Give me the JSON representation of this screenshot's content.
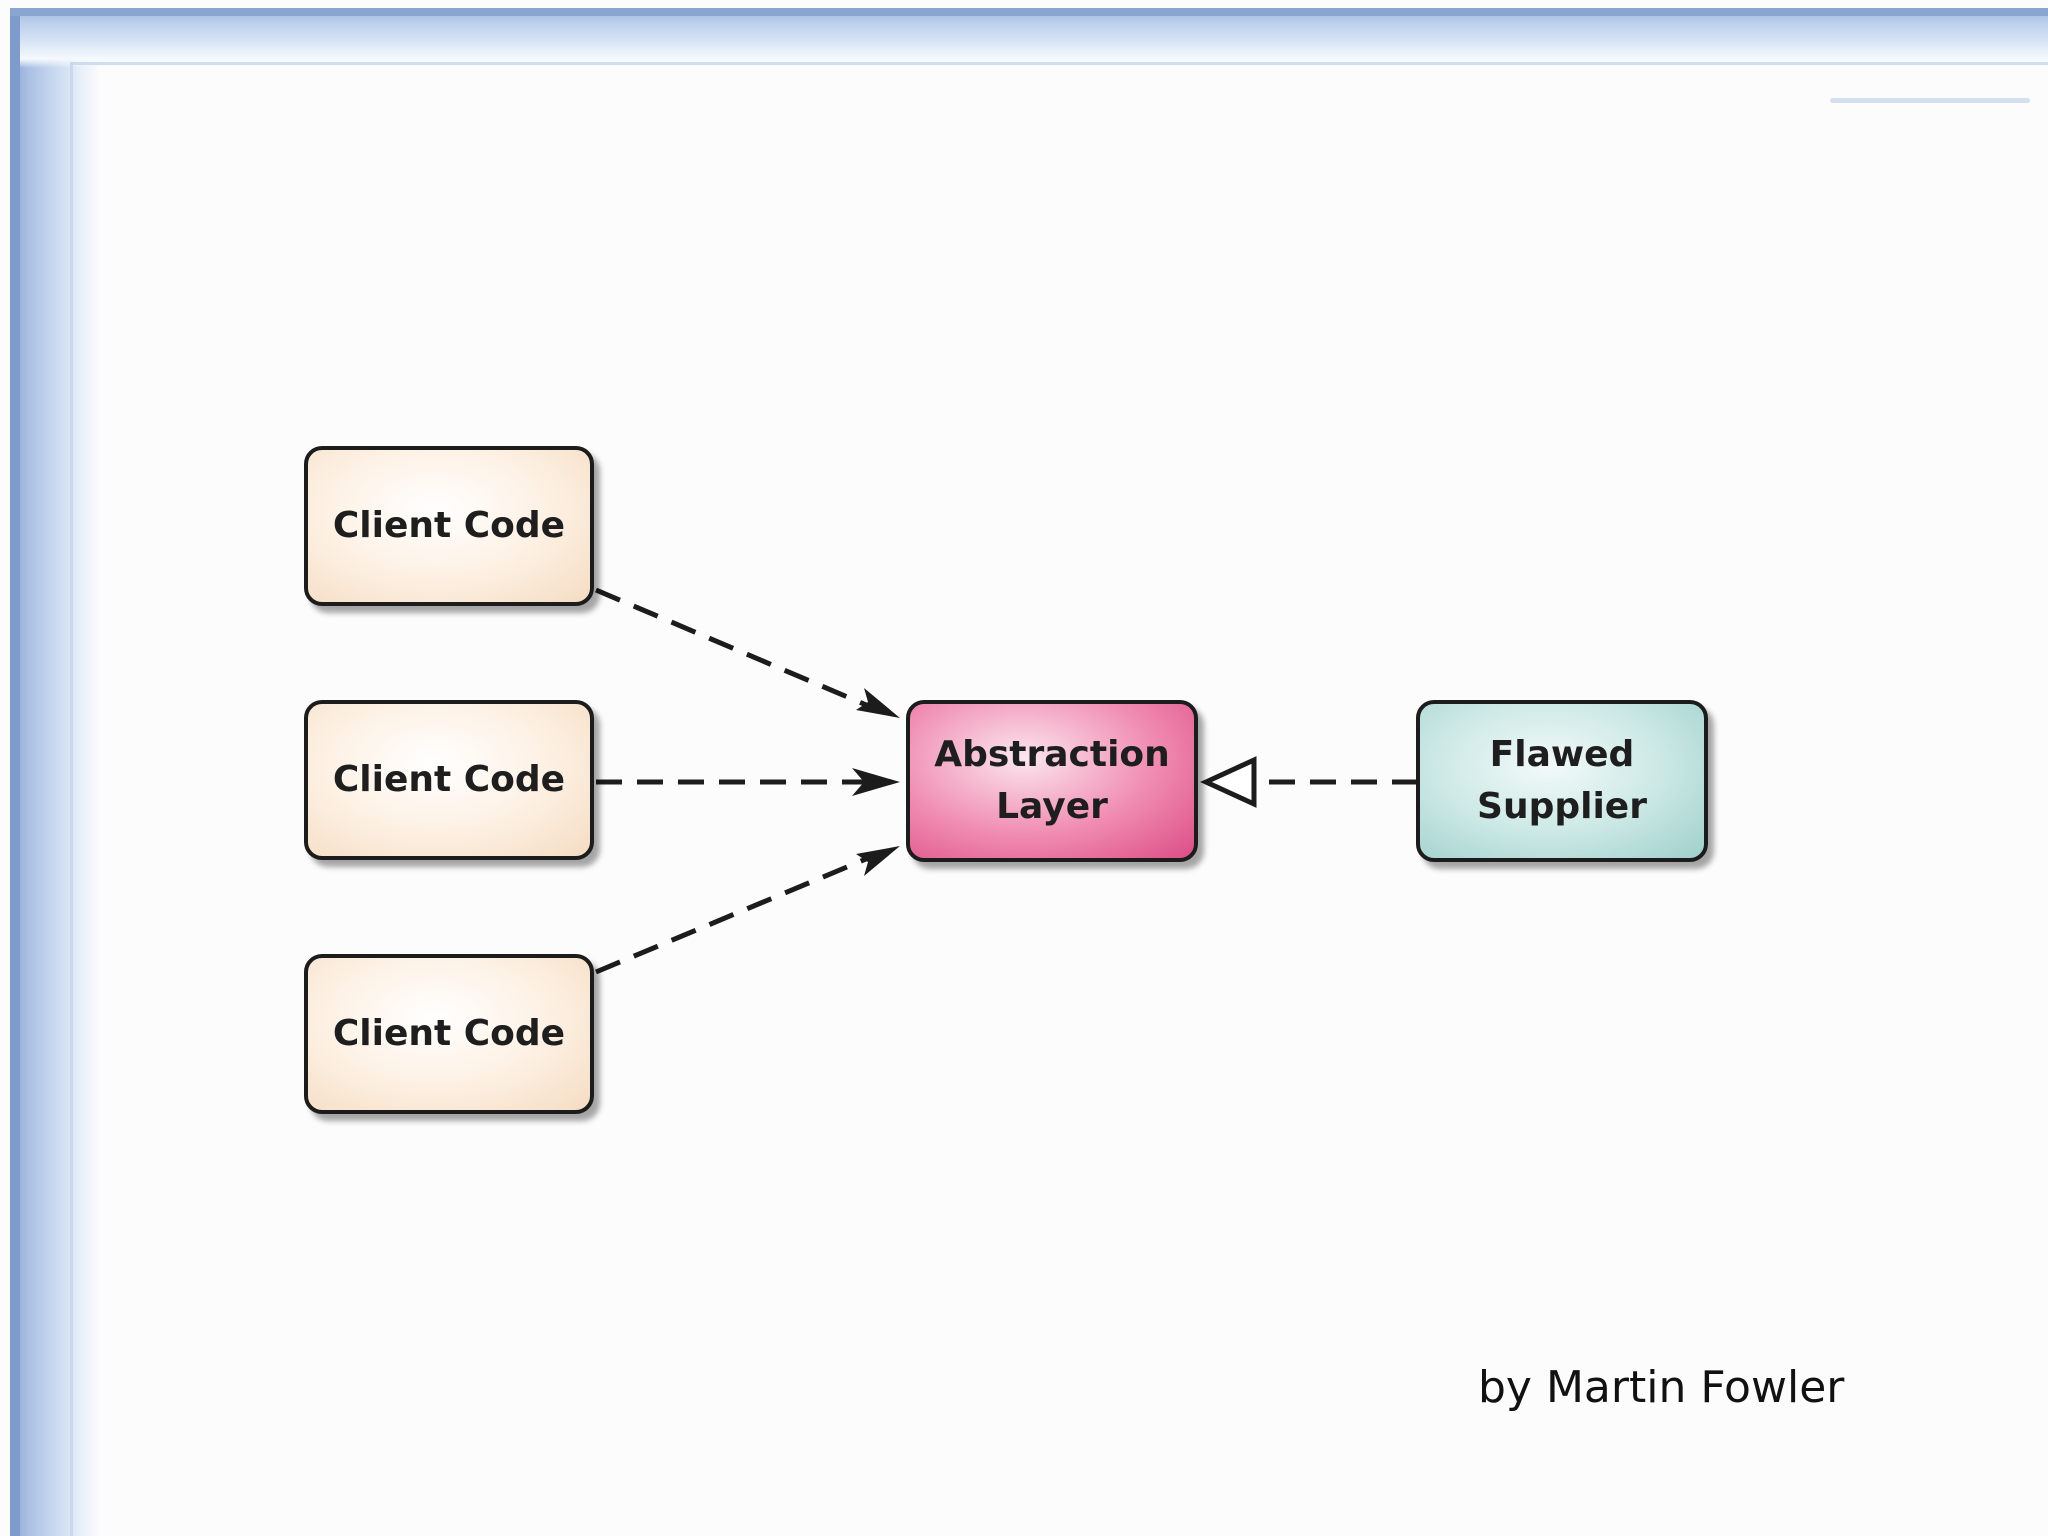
{
  "diagram": {
    "nodes": [
      {
        "id": "client-1",
        "label": "Client Code"
      },
      {
        "id": "client-2",
        "label": "Client Code"
      },
      {
        "id": "client-3",
        "label": "Client Code"
      },
      {
        "id": "abstraction",
        "label": "Abstraction\nLayer"
      },
      {
        "id": "supplier",
        "label": "Flawed\nSupplier"
      }
    ],
    "edges": [
      {
        "from": "client-1",
        "to": "abstraction",
        "style": "dashed",
        "arrow": "open"
      },
      {
        "from": "client-2",
        "to": "abstraction",
        "style": "dashed",
        "arrow": "open"
      },
      {
        "from": "client-3",
        "to": "abstraction",
        "style": "dashed",
        "arrow": "open"
      },
      {
        "from": "supplier",
        "to": "abstraction",
        "style": "dashed",
        "arrow": "hollow-triangle"
      }
    ],
    "colors": {
      "client_fill": "#fbe8d5",
      "abstraction_fill": "#ec7aa6",
      "supplier_fill": "#bfe3df",
      "border": "#1c1c1c",
      "frame": "#9fb7dc"
    }
  },
  "footer": {
    "credit": "by Martin Fowler"
  }
}
